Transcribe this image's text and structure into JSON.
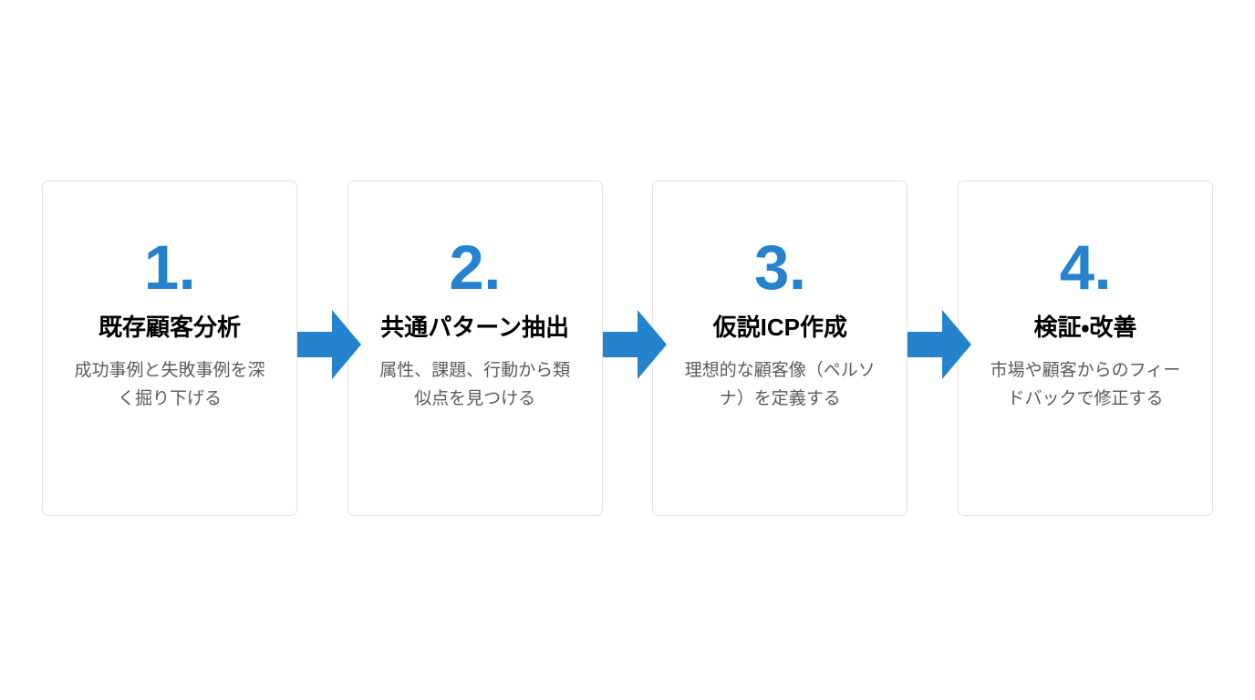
{
  "theme": {
    "accent_blue": "#2583CE",
    "card_border": "#e2e2e2",
    "title_color": "#000000",
    "desc_color": "#5b5b5b",
    "background": "#ffffff"
  },
  "diagram": {
    "type": "process-flow",
    "orientation": "horizontal",
    "step_count": 4,
    "connector_icon": "right-arrow-icon",
    "steps": [
      {
        "number": "1.",
        "title": "既存顧客分析",
        "description": "成功事例と失敗事例を深く掘り下げる"
      },
      {
        "number": "2.",
        "title": "共通パターン抽出",
        "description": "属性、課題、行動から類似点を見つける"
      },
      {
        "number": "3.",
        "title": "仮説ICP作成",
        "description": "理想的な顧客像（ペルソナ）を定義する"
      },
      {
        "number": "4.",
        "title": "検証・改善",
        "description": "市場や顧客からのフィードバックで修正する"
      }
    ]
  }
}
